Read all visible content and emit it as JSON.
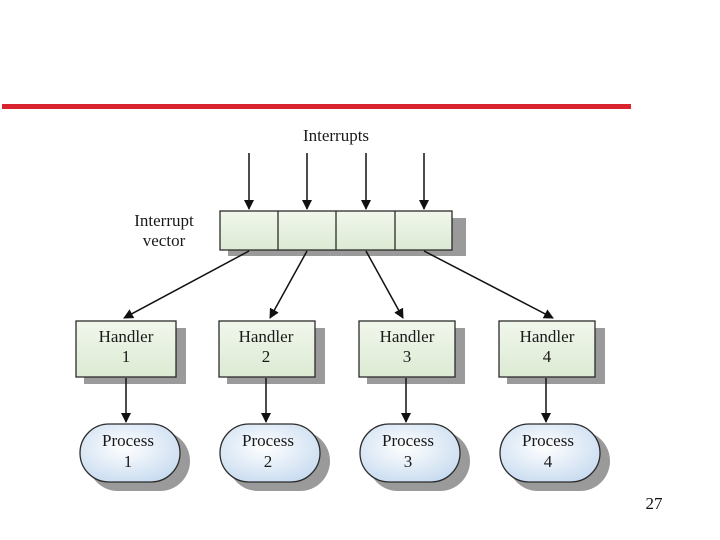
{
  "colors": {
    "rule": "#d9232e",
    "box_fill": "#e3efdc",
    "box_stroke": "#2b2b2b",
    "shadow": "#9a9a9a",
    "process_fill": "#dde9f6",
    "arrow": "#111111"
  },
  "diagram": {
    "inputs_label": "Interrupts",
    "vector_label_line1": "Interrupt",
    "vector_label_line2": "vector",
    "handlers": [
      {
        "label": "Handler",
        "number": "1"
      },
      {
        "label": "Handler",
        "number": "2"
      },
      {
        "label": "Handler",
        "number": "3"
      },
      {
        "label": "Handler",
        "number": "4"
      }
    ],
    "processes": [
      {
        "label": "Process",
        "number": "1"
      },
      {
        "label": "Process",
        "number": "2"
      },
      {
        "label": "Process",
        "number": "3"
      },
      {
        "label": "Process",
        "number": "4"
      }
    ]
  },
  "page_number": "27"
}
